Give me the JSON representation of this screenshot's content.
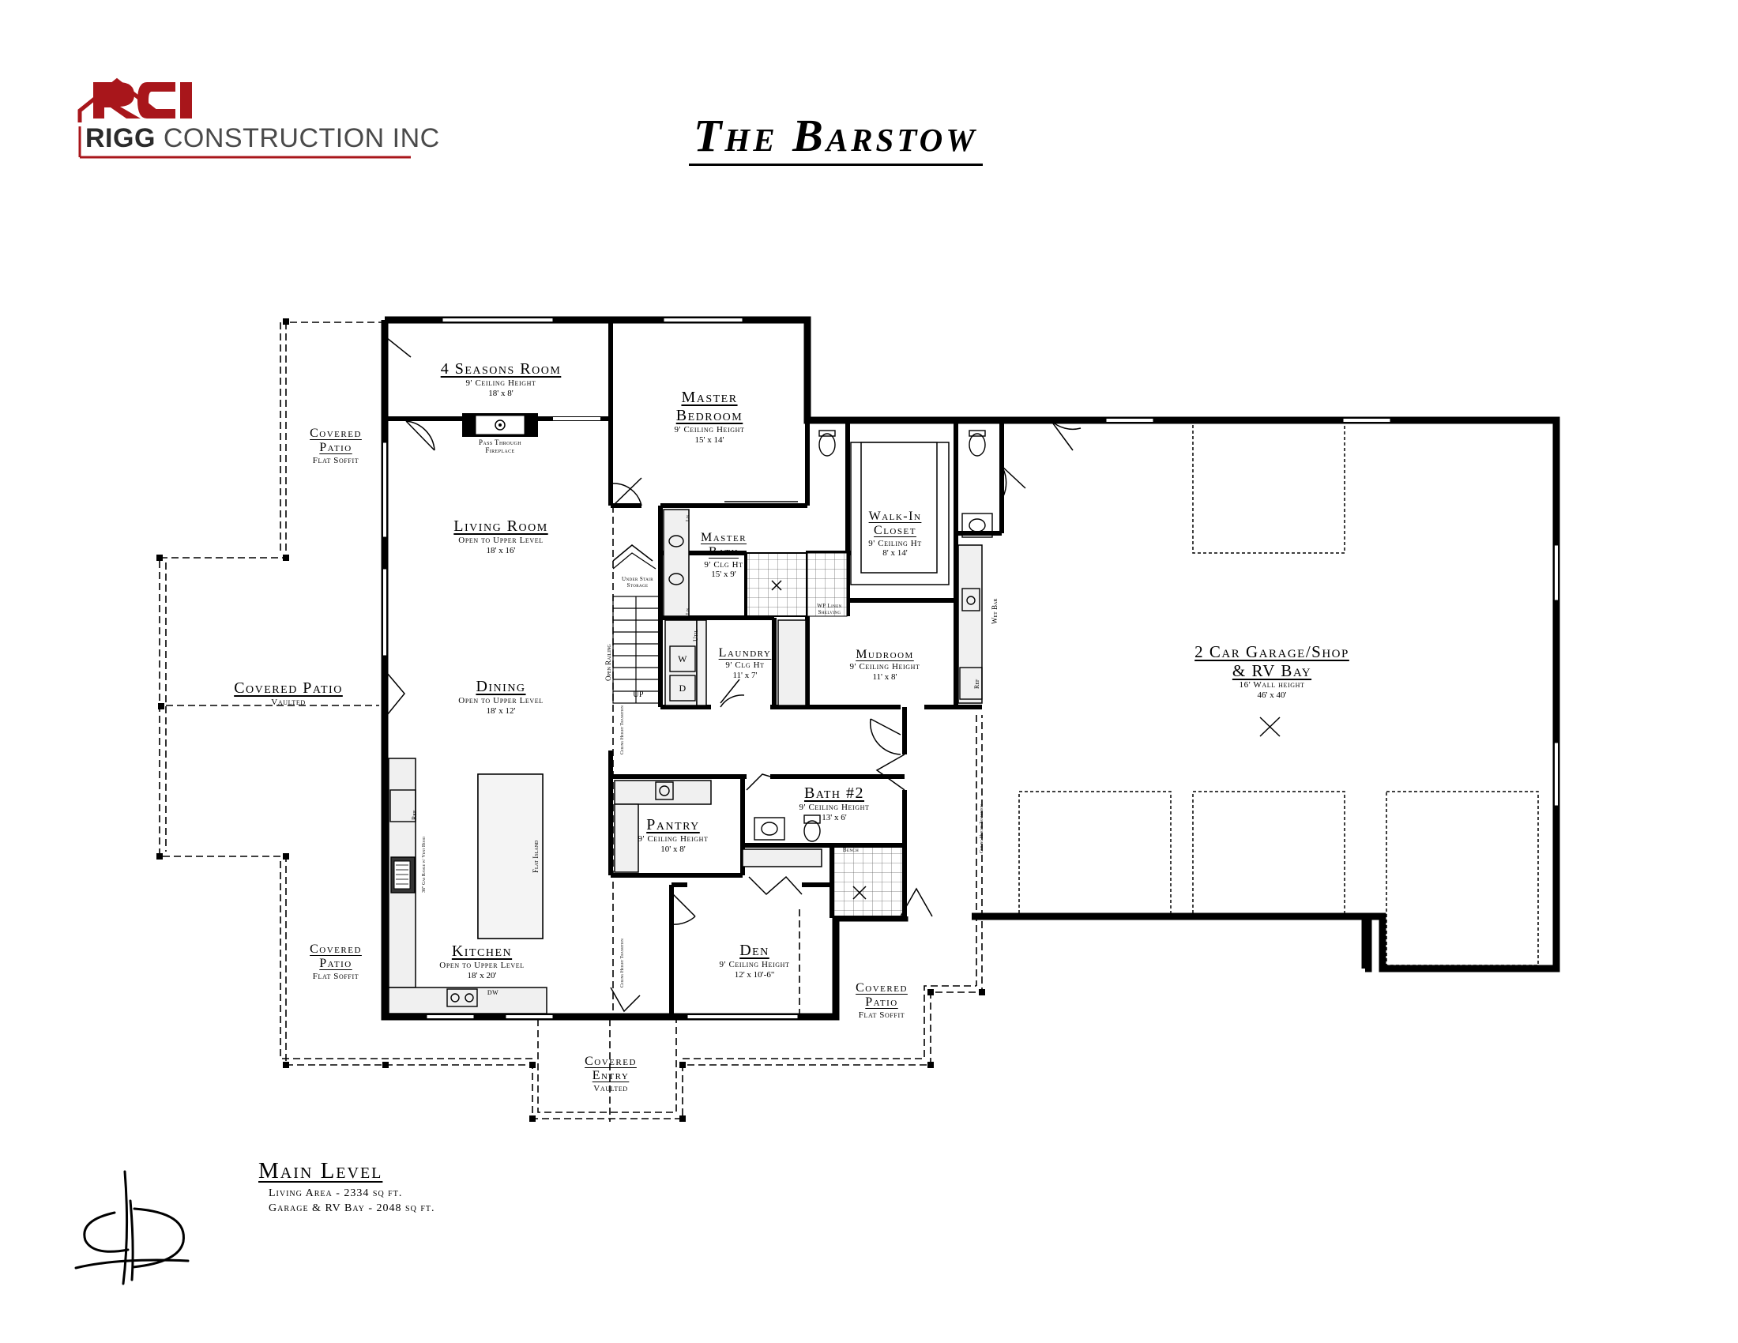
{
  "company": {
    "logo_initials": "RCI",
    "name_bold": "RIGG",
    "name_rest": "CONSTRUCTION INC",
    "brand_red": "#a8161b"
  },
  "plan_title": "The Barstow",
  "rooms": {
    "four_seasons": {
      "name": "4 Seasons Room",
      "spec": "9' Ceiling Height",
      "size": "18' x 8'"
    },
    "master_bedroom": {
      "name1": "Master",
      "name2": "Bedroom",
      "spec": "9' Ceiling Height",
      "size": "15' x 14'"
    },
    "living_room": {
      "name": "Living Room",
      "spec": "Open to Upper Level",
      "size": "18' x 16'"
    },
    "dining": {
      "name": "Dining",
      "spec": "Open to Upper Level",
      "size": "18' x 12'"
    },
    "kitchen": {
      "name": "Kitchen",
      "spec": "Open to Upper Level",
      "size": "18' x 20'"
    },
    "master_bath": {
      "name1": "Master",
      "name2": "Bath",
      "spec": "9' Clg Ht",
      "size": "15' x 9'"
    },
    "walk_in_closet": {
      "name1": "Walk-In",
      "name2": "Closet",
      "spec": "9' Ceiling Ht",
      "size": "8' x 14'"
    },
    "laundry": {
      "name": "Laundry",
      "spec": "9' Clg Ht",
      "size": "11' x 7'"
    },
    "mudroom": {
      "name": "Mudroom",
      "spec": "9' Ceiling Height",
      "size": "11' x 8'"
    },
    "pantry": {
      "name": "Pantry",
      "spec": "9' Ceiling Height",
      "size": "10' x 8'"
    },
    "bath2": {
      "name": "Bath #2",
      "spec": "9' Ceiling Height",
      "size": "13' x 6'"
    },
    "den": {
      "name": "Den",
      "spec": "9' Ceiling Height",
      "size": "12' x 10'-6\""
    },
    "garage": {
      "name1": "2 Car Garage/Shop",
      "name2": "& RV Bay",
      "spec": "16' Wall height",
      "size": "46' x 40'"
    },
    "covered_patio_nw": {
      "name1": "Covered",
      "name2": "Patio",
      "spec": "Flat Soffit"
    },
    "covered_patio_w": {
      "name": "Covered Patio",
      "spec": "Vaulted"
    },
    "covered_patio_sw": {
      "name1": "Covered",
      "name2": "Patio",
      "spec": "Flat Soffit"
    },
    "covered_patio_se": {
      "name1": "Covered",
      "name2": "Patio",
      "spec": "Flat Soffit"
    },
    "covered_entry": {
      "name1": "Covered",
      "name2": "Entry",
      "spec": "Vaulted"
    }
  },
  "notes": {
    "fireplace1": "Pass Through",
    "fireplace2": "Fireplace",
    "under_stair1": "Under Stair",
    "under_stair2": "Storage",
    "open_railing": "Open Railing",
    "up": "UP",
    "util": "Util",
    "washer": "W",
    "dryer": "D",
    "wp_linen1": "WP Linen",
    "wp_linen2": "Shelving",
    "wet_bar": "Wet Bar",
    "ref": "Ref",
    "ref2": "Ref",
    "range1": "36\" Gas Range",
    "range2": "w/ Vent Hood",
    "flat_island": "Flat Island",
    "dw": "DW",
    "bench": "Bench",
    "ceiling_transition": "Ceiling Height Transition",
    "lin": "Lin"
  },
  "level": {
    "title": "Main Level",
    "line1": "Living Area - 2334 sq ft.",
    "line2": "Garage & RV Bay - 2048 sq ft."
  }
}
